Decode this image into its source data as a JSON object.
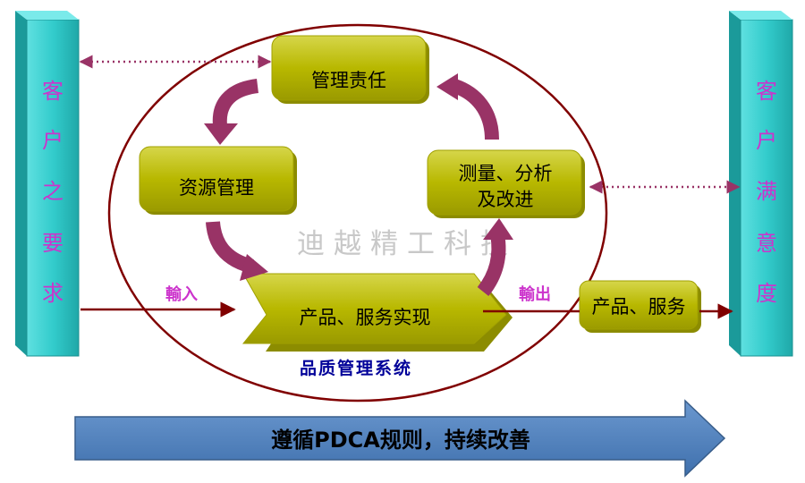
{
  "left_pillar": {
    "chars": [
      "客",
      "户",
      "之",
      "要",
      "求"
    ]
  },
  "right_pillar": {
    "chars": [
      "客",
      "户",
      "满",
      "意",
      "度"
    ]
  },
  "nodes": {
    "management_responsibility": "管理责任",
    "resource_management": "资源管理",
    "measurement_line1": "测量、分析",
    "measurement_line2": "及改进",
    "product_realization": "产品、服务实现",
    "product_service_output": "产品、服务"
  },
  "labels": {
    "input": "輸入",
    "output": "輸出",
    "system": "品质管理系统",
    "watermark": "迪越精工科技"
  },
  "banner": {
    "text": "遵循PDCA规则，持续改善"
  },
  "colors": {
    "pillar": "#33cccc",
    "pillar_text": "#cc33cc",
    "box": "#b8b800",
    "cycle_arrow": "#993366",
    "ellipse": "#800000",
    "flow_line": "#800000",
    "dotted_line": "#993366",
    "system_label": "#000099",
    "banner": "#4f81bd",
    "banner_text": "#000000",
    "watermark": "#bfbfbf"
  }
}
